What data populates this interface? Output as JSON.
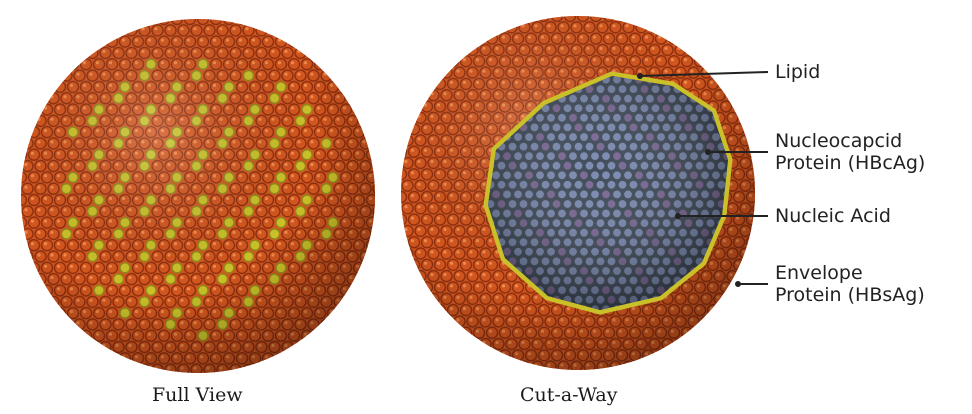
{
  "figure": {
    "captions": {
      "full_view": "Full View",
      "cut_away": "Cut-a-Way"
    },
    "labels": {
      "lipid": "Lipid",
      "nucleocapsid_line1": "Nucleocapcid",
      "nucleocapsid_line2": "Protein (HBcAg)",
      "nucleic_acid": "Nucleic Acid",
      "envelope_line1": "Envelope",
      "envelope_line2": "Protein (HBsAg)"
    },
    "colors": {
      "envelope_orange": "#d2561f",
      "envelope_dark": "#8e3010",
      "envelope_light": "#ef8a4a",
      "lipid_yellow": "#c9c02a",
      "core_blue": "#6f7faa",
      "core_dark": "#2d3a4a",
      "nucleic_purple": "#6e5a8a",
      "leader_line": "#222222"
    }
  }
}
